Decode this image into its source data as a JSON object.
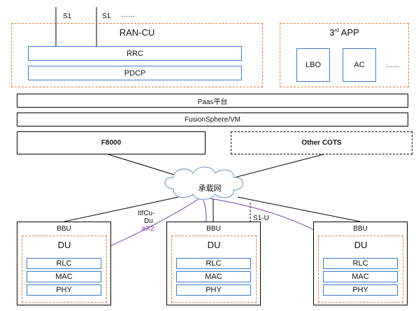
{
  "top_links": {
    "s1_a": "S1",
    "s1_b": "S1",
    "more": "……"
  },
  "ran_cu": {
    "title": "RAN-CU",
    "rrc": "RRC",
    "pdcp": "PDCP"
  },
  "app": {
    "title_num": "3",
    "title_sup": "rd",
    "title_rest": "APP",
    "lbo": "LBO",
    "ac": "AC",
    "more": "……"
  },
  "paas": "Paas平台",
  "fusion": "FusionSphere/VM",
  "f8000": "F8000",
  "other_cots": "Other COTS",
  "cloud": "承载网",
  "interface_labels": {
    "itfcu": "ItfCu-",
    "du": "Du",
    "ex2": "eX2",
    "s1u": "S1-U"
  },
  "bbu_units": [
    {
      "bbu": "BBU",
      "du": "DU",
      "rlc": "RLC",
      "mac": "MAC",
      "phy": "PHY"
    },
    {
      "bbu": "BBU",
      "du": "DU",
      "rlc": "RLC",
      "mac": "MAC",
      "phy": "PHY"
    },
    {
      "bbu": "BBU",
      "du": "DU",
      "rlc": "RLC",
      "mac": "MAC",
      "phy": "PHY"
    }
  ],
  "colors": {
    "dashed_border": "#e07a3a",
    "module_border": "#3f7bc4",
    "ex2_line": "#7b3fa0"
  }
}
